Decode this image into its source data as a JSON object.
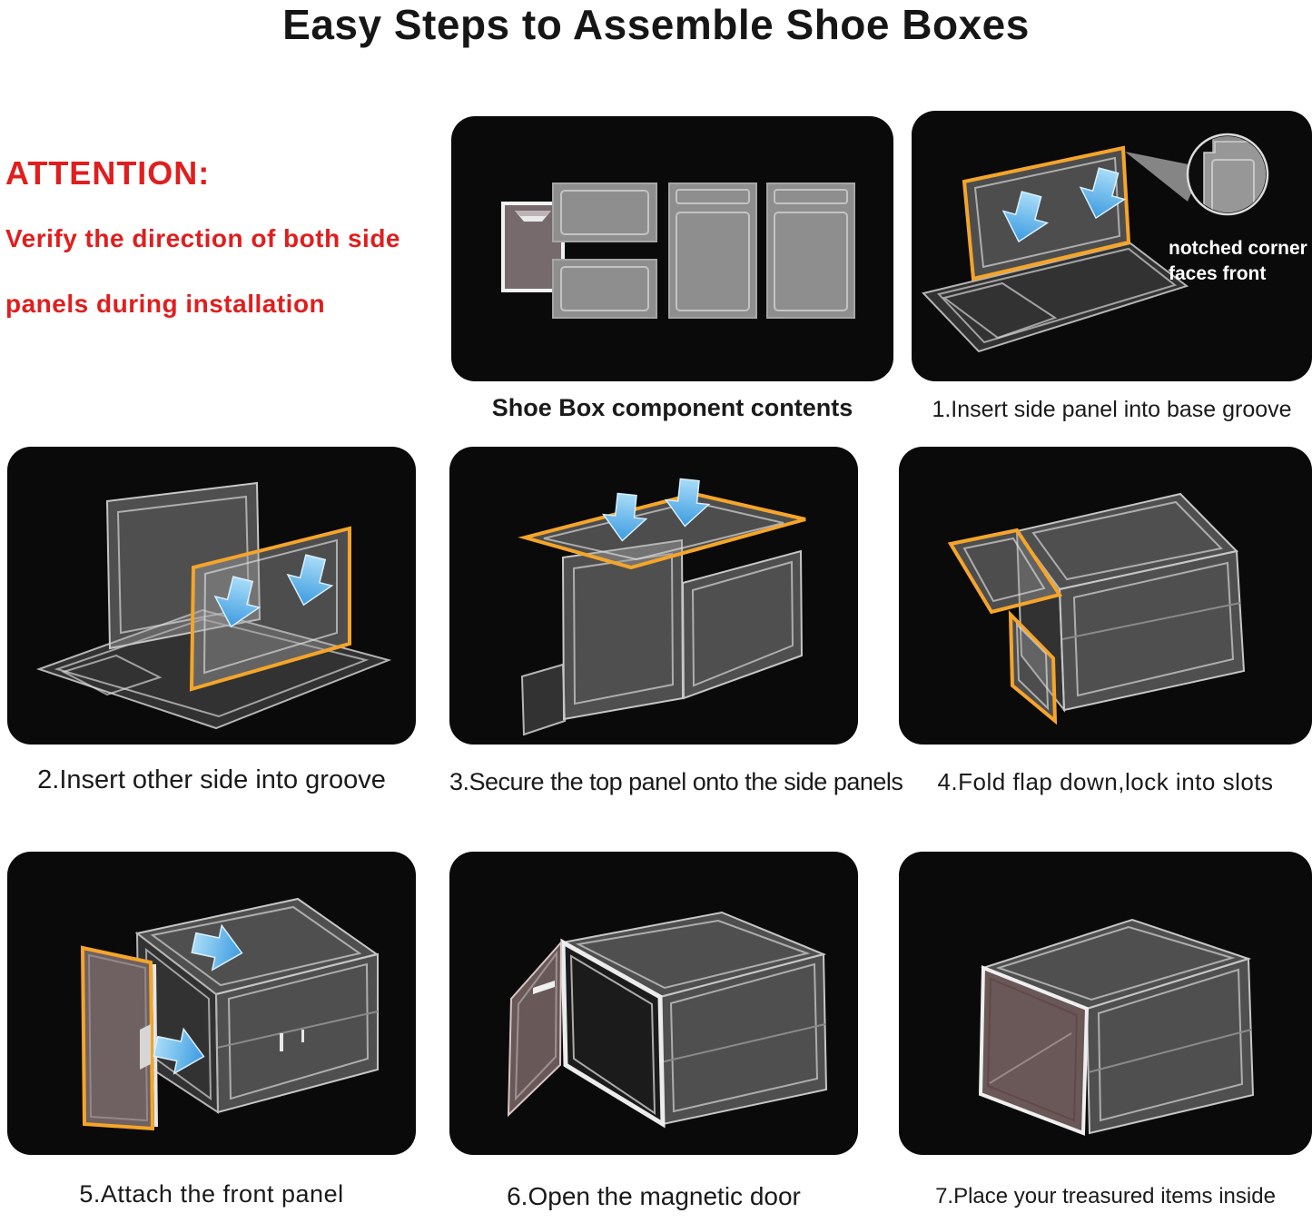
{
  "page": {
    "title": "Easy Steps to Assemble Shoe Boxes"
  },
  "attention": {
    "heading": "ATTENTION:",
    "line1": "Verify the direction of both side",
    "line2": "panels during installation"
  },
  "steps": {
    "components": {
      "caption": "Shoe Box component contents"
    },
    "step1": {
      "caption": "1.Insert side panel into base groove"
    },
    "step2": {
      "caption": "2.Insert other side into groove"
    },
    "step3": {
      "caption": "3.Secure the top panel onto the side panels"
    },
    "step4": {
      "caption": "4.Fold flap down,lock into slots"
    },
    "step5": {
      "caption": "5.Attach the front panel"
    },
    "step6": {
      "caption": "6.Open the magnetic door"
    },
    "step7": {
      "caption": "7.Place your treasured items inside"
    }
  },
  "annotations": {
    "notched_line1": "notched corner",
    "notched_line2": "faces front"
  },
  "colors": {
    "attention_red": "#e01e1e",
    "highlight_orange": "#f5a529",
    "arrow_blue_light": "#a8dcf8",
    "arrow_blue_dark": "#3c9be0",
    "tile_black": "#0a0a0a",
    "door_brown": "#6f6061",
    "title_black": "#161616"
  }
}
